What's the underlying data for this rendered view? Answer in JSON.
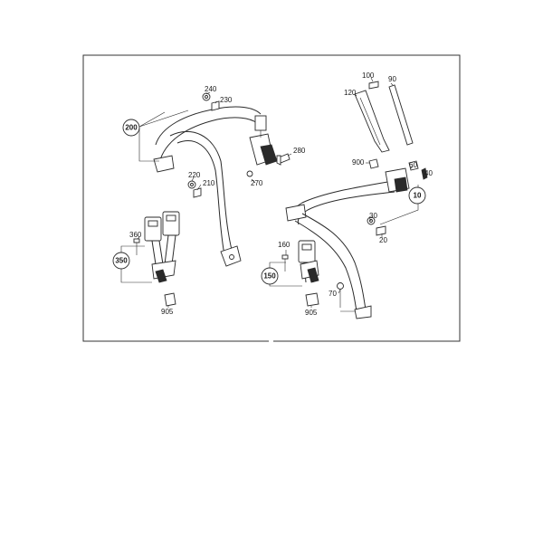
{
  "diagram": {
    "callouts": [
      "200",
      "350",
      "150",
      "10"
    ],
    "labels": [
      "240",
      "230",
      "280",
      "270",
      "220",
      "210",
      "360",
      "905",
      "100",
      "90",
      "120",
      "900",
      "60",
      "40",
      "30",
      "20",
      "160",
      "70",
      "905"
    ]
  }
}
